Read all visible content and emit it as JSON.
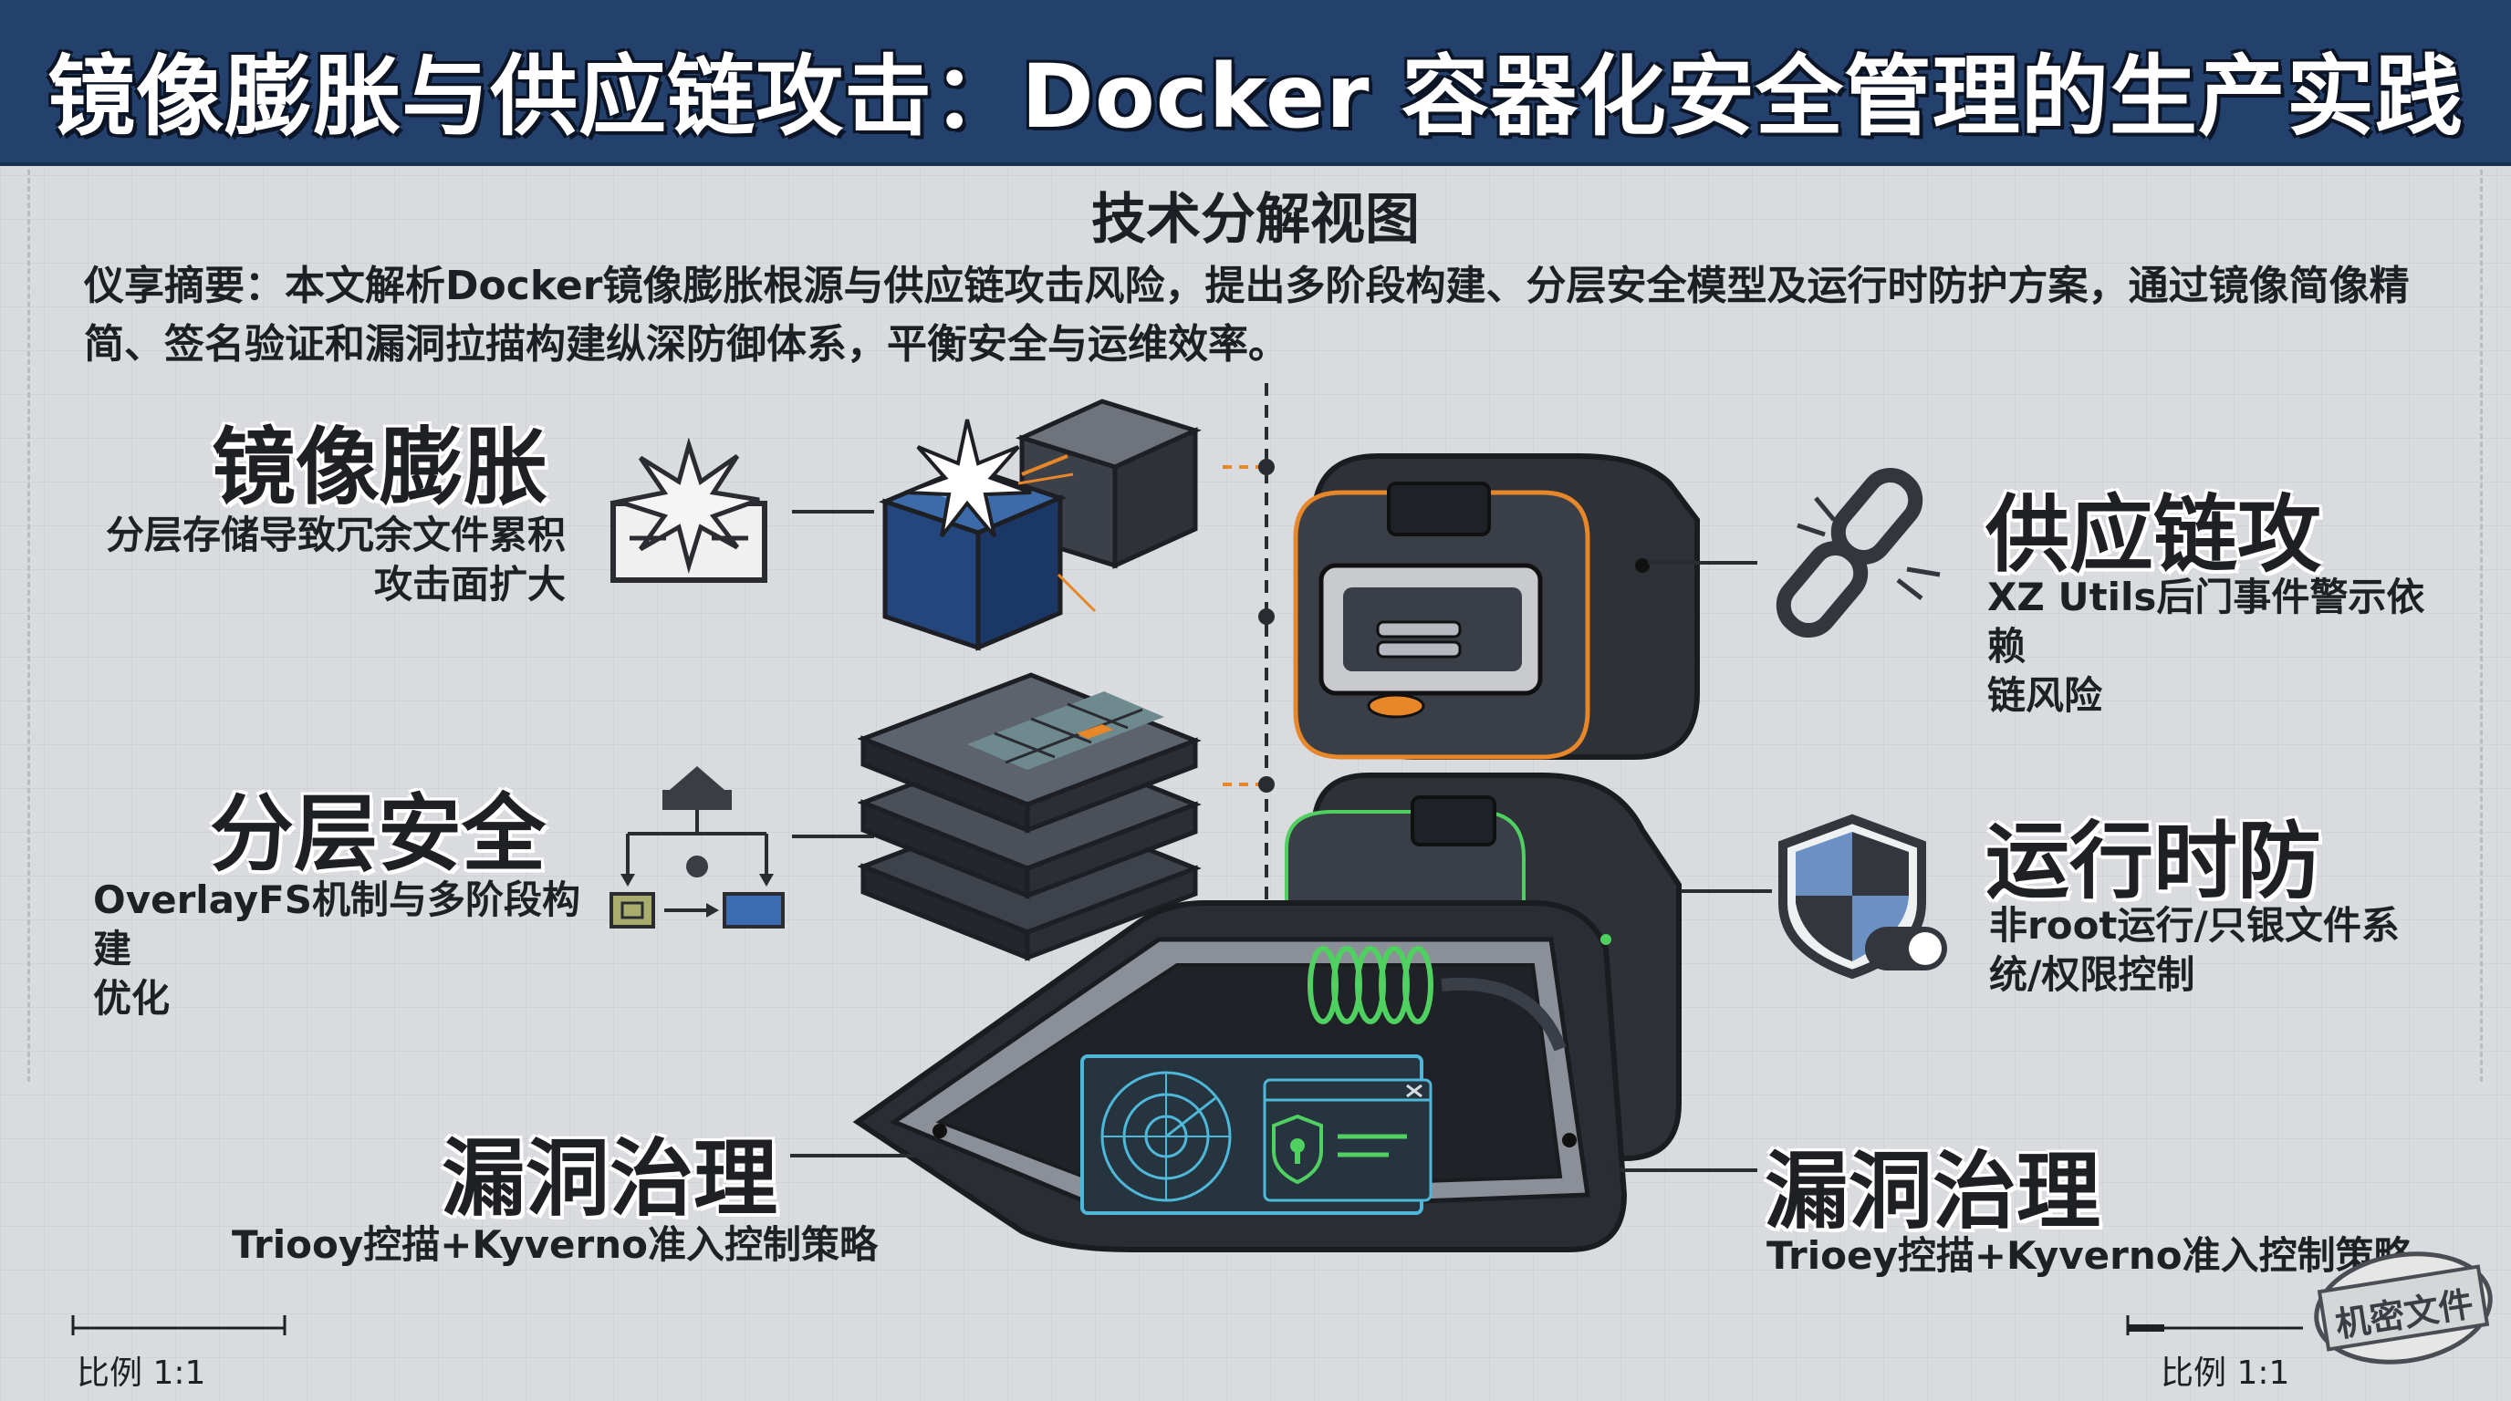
{
  "title": "镜像膨胀与供应链攻击：Docker 容器化安全管理的生产实践",
  "subtitle": "技术分解视图",
  "abstract": "仪享摘要：本文解析Docker镜像膨胀根源与供应链攻击风险，提出多阶段构建、分层安全模型及运行时防护方案，通过镜像简像精简、签名验证和漏洞拉描构建纵深防御体系，平衡安全与运维效率。",
  "sections": {
    "image_bloat": {
      "heading": "镜像膨胀",
      "desc_line1": "分层存储导致冗余文件累积",
      "desc_line2": "攻击面扩大"
    },
    "layer_security": {
      "heading": "分层安全",
      "desc_line1": "OverlayFS机制与多阶段构建",
      "desc_line2": "优化"
    },
    "vuln_left": {
      "heading": "漏洞治理",
      "desc": "Trioоy控描+Kyverno准入控制策略"
    },
    "supply_chain": {
      "heading": "供应链攻",
      "desc_line1": "XZ Utils后门事件警示依赖",
      "desc_line2": "链风险"
    },
    "runtime": {
      "heading": "运行时防",
      "desc_line1": "非root运行/只银文件系",
      "desc_line2": "统/权限控制"
    },
    "vuln_right": {
      "heading": "漏洞治理",
      "desc": "Trioеy控描+Kyverno准入控制策略"
    }
  },
  "scale_left": "比例 1:1",
  "scale_right": "比例 1:1",
  "stamp": "机密文件",
  "icons": [
    "explosion-icon",
    "layer-flow-icon",
    "broken-chain-icon",
    "shield-toggle-icon",
    "radar-scanner-icon",
    "lock-shield-icon"
  ],
  "colors": {
    "banner": "#24406c",
    "accent_orange": "#e8862a",
    "accent_green": "#4fd060",
    "accent_blue": "#2f5a9a",
    "device_dark": "#2e3138"
  }
}
